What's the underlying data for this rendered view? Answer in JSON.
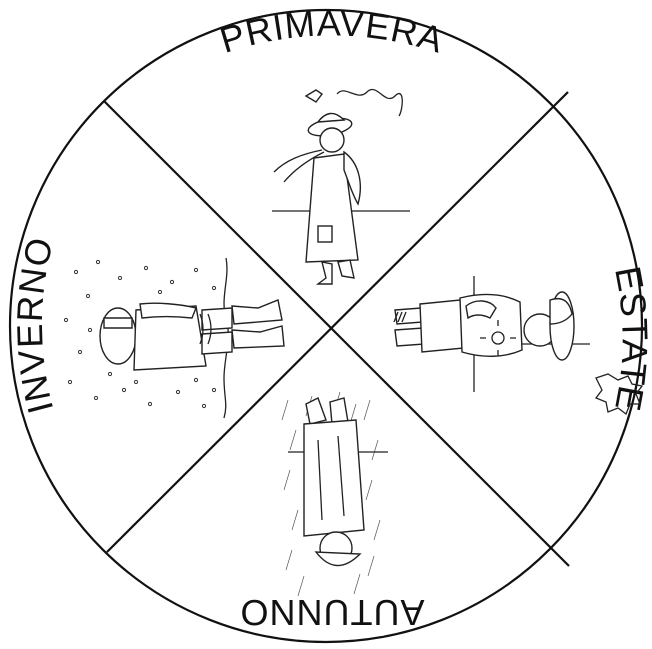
{
  "seasons": {
    "spring": "PRIMAVERA",
    "summer": "ESTATE",
    "autumn": "AUTUNNO",
    "winter": "INVERNO"
  }
}
